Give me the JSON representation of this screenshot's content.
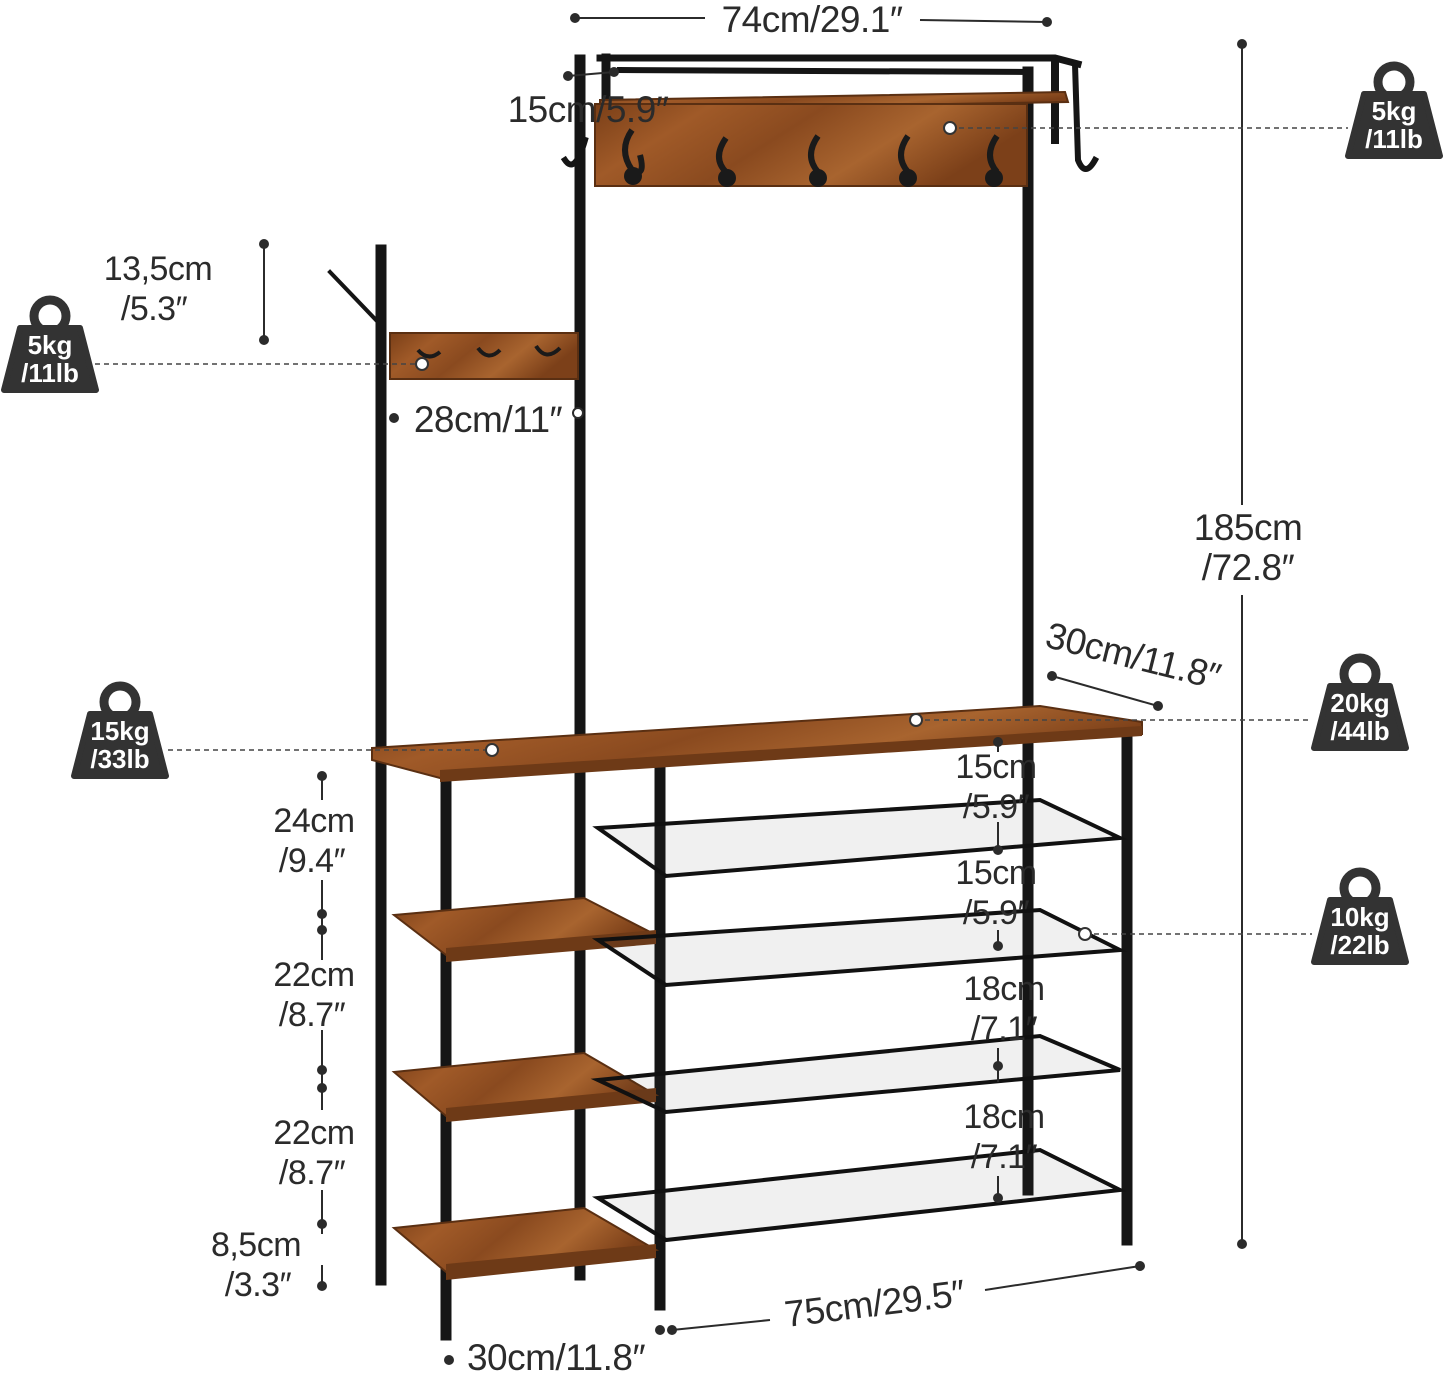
{
  "dimensions": {
    "top_width": "74cm/29.1″",
    "hook_panel_offset": "15cm/5.9″",
    "total_height_cm": "185cm",
    "total_height_in": "/72.8″",
    "side_hook_height_cm": "13,5cm",
    "side_hook_height_in": "/5.3″",
    "side_hook_width": "28cm/11″",
    "bench_depth": "30cm/11.8″",
    "right_gap_1_cm": "15cm",
    "right_gap_1_in": "/5.9″",
    "right_gap_2_cm": "15cm",
    "right_gap_2_in": "/5.9″",
    "right_gap_3_cm": "18cm",
    "right_gap_3_in": "/7.1″",
    "right_gap_4_cm": "18cm",
    "right_gap_4_in": "/7.1″",
    "left_gap_1_cm": "24cm",
    "left_gap_1_in": "/9.4″",
    "left_gap_2_cm": "22cm",
    "left_gap_2_in": "/8.7″",
    "left_gap_3_cm": "22cm",
    "left_gap_3_in": "/8.7″",
    "left_gap_4_cm": "8,5cm",
    "left_gap_4_in": "/3.3″",
    "bottom_width": "75cm/29.5″",
    "bottom_depth": "30cm/11.8″"
  },
  "weights": {
    "top_hooks_kg": "5kg",
    "top_hooks_lb": "/11lb",
    "side_hooks_kg": "5kg",
    "side_hooks_lb": "/11lb",
    "bench_left_kg": "15kg",
    "bench_left_lb": "/33lb",
    "bench_right_kg": "20kg",
    "bench_right_lb": "/44lb",
    "shoe_shelf_kg": "10kg",
    "shoe_shelf_lb": "/22lb"
  },
  "colors": {
    "frame": "#151515",
    "wood": "#8a4a1f",
    "weight_badge": "#333333"
  }
}
